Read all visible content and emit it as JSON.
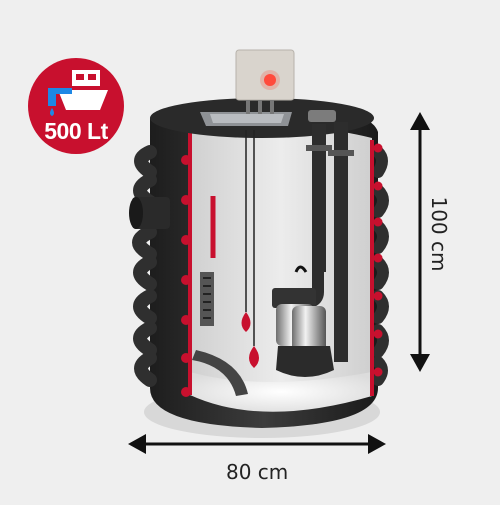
{
  "badge": {
    "capacity_label": "500 Lt",
    "icon": "tank-inflow-icon",
    "color": "#c8102e"
  },
  "dimensions": {
    "width_label": "80 cm",
    "height_label": "100 cm"
  },
  "colors": {
    "accent": "#c8102e",
    "tank_body": "#2b2b2b",
    "interior": "#e4e4e4"
  },
  "icons": [
    "water-tank-icon",
    "control-box-icon",
    "float-switch-icon",
    "pump-icon"
  ]
}
